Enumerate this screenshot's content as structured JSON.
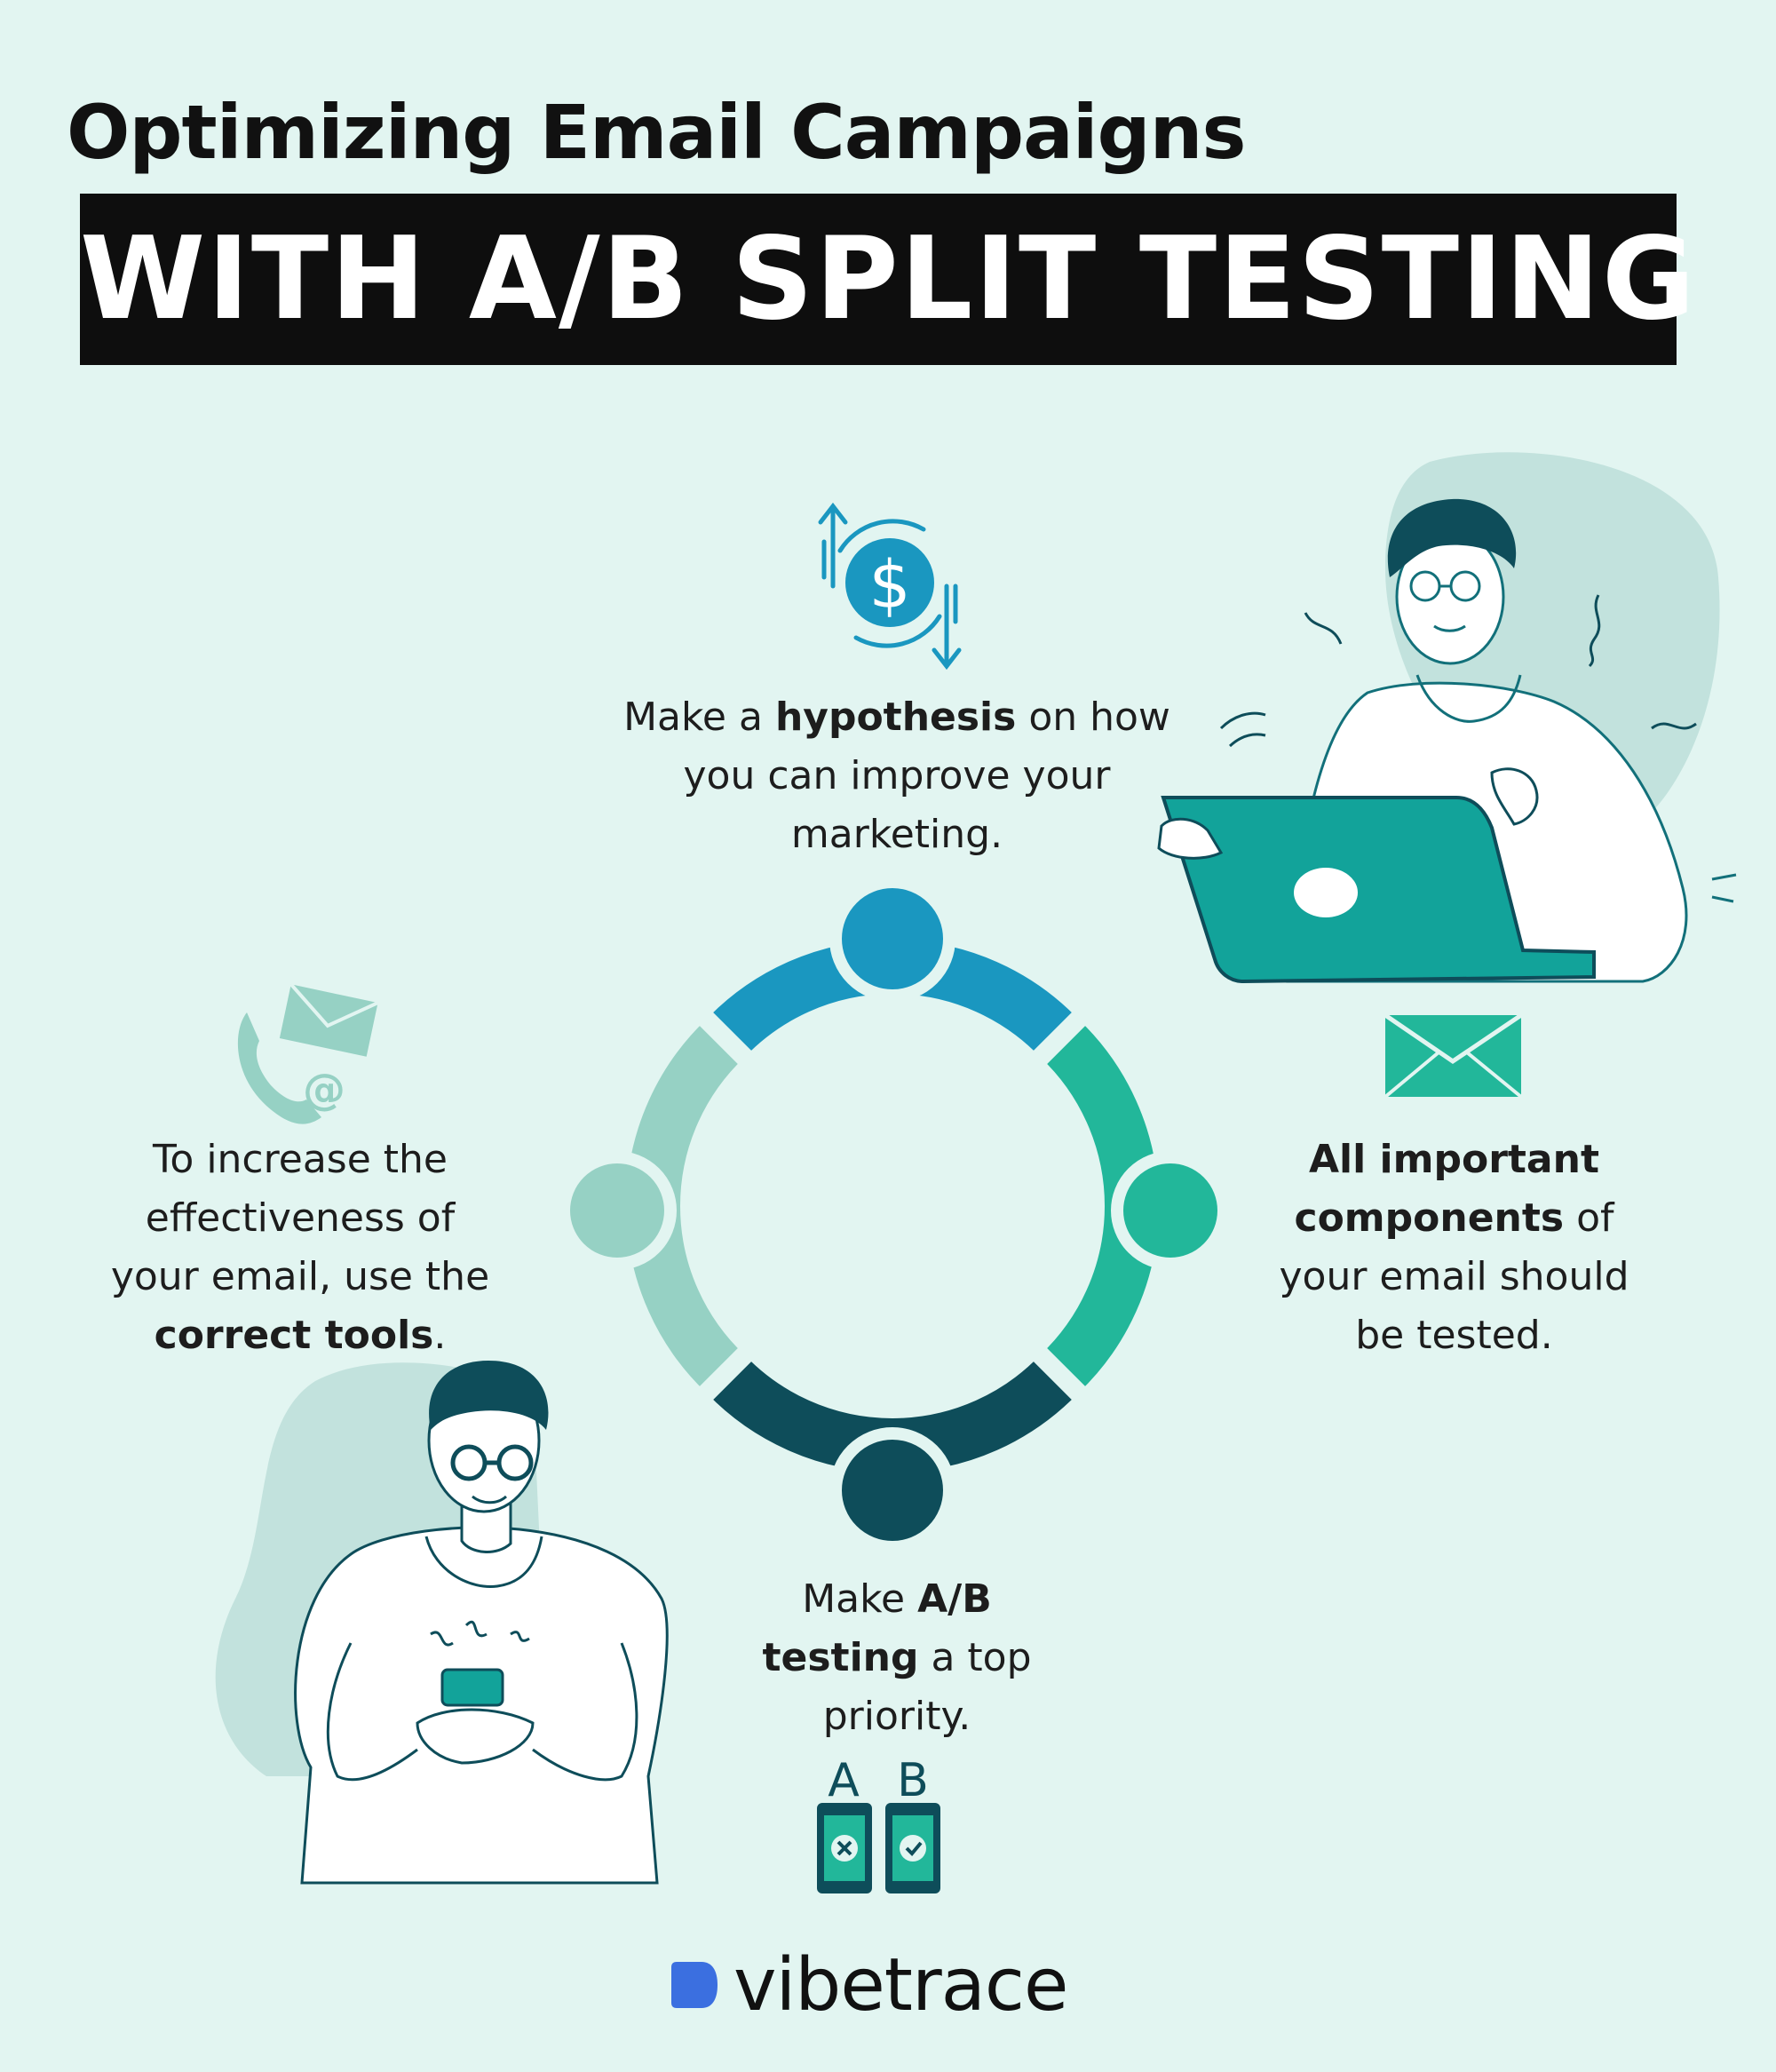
{
  "title": "Optimizing Email Campaigns",
  "banner": "WITH A/B SPLIT TESTING",
  "steps": {
    "hypothesis": {
      "pre": "Make a ",
      "bold": "hypothesis",
      "post": " on how you can improve your marketing."
    },
    "components": {
      "bold": "All important components",
      "post": " of your email should be tested."
    },
    "priority": {
      "pre": "Make ",
      "bold": "A/B testing",
      "post": " a top priority."
    },
    "tools": {
      "pre": "To increase the effectiveness of your email, use the ",
      "bold": "correct tools",
      "post": "."
    }
  },
  "ab_icon": {
    "a": "A",
    "b": "B"
  },
  "icons": {
    "hypothesis": "dollar-exchange-icon",
    "components": "envelope-icon",
    "priority": "ab-phones-icon",
    "tools": "phone-mail-at-icon"
  },
  "colors": {
    "background": "#e2f5f1",
    "segment_top": "#1a97c0",
    "segment_right": "#22b79a",
    "segment_bottom": "#0e4d5a",
    "segment_left": "#96d1c4",
    "accent_teal": "#12a39a"
  },
  "brand": {
    "name": "vibetrace",
    "mark_color": "#3b6fe0"
  }
}
